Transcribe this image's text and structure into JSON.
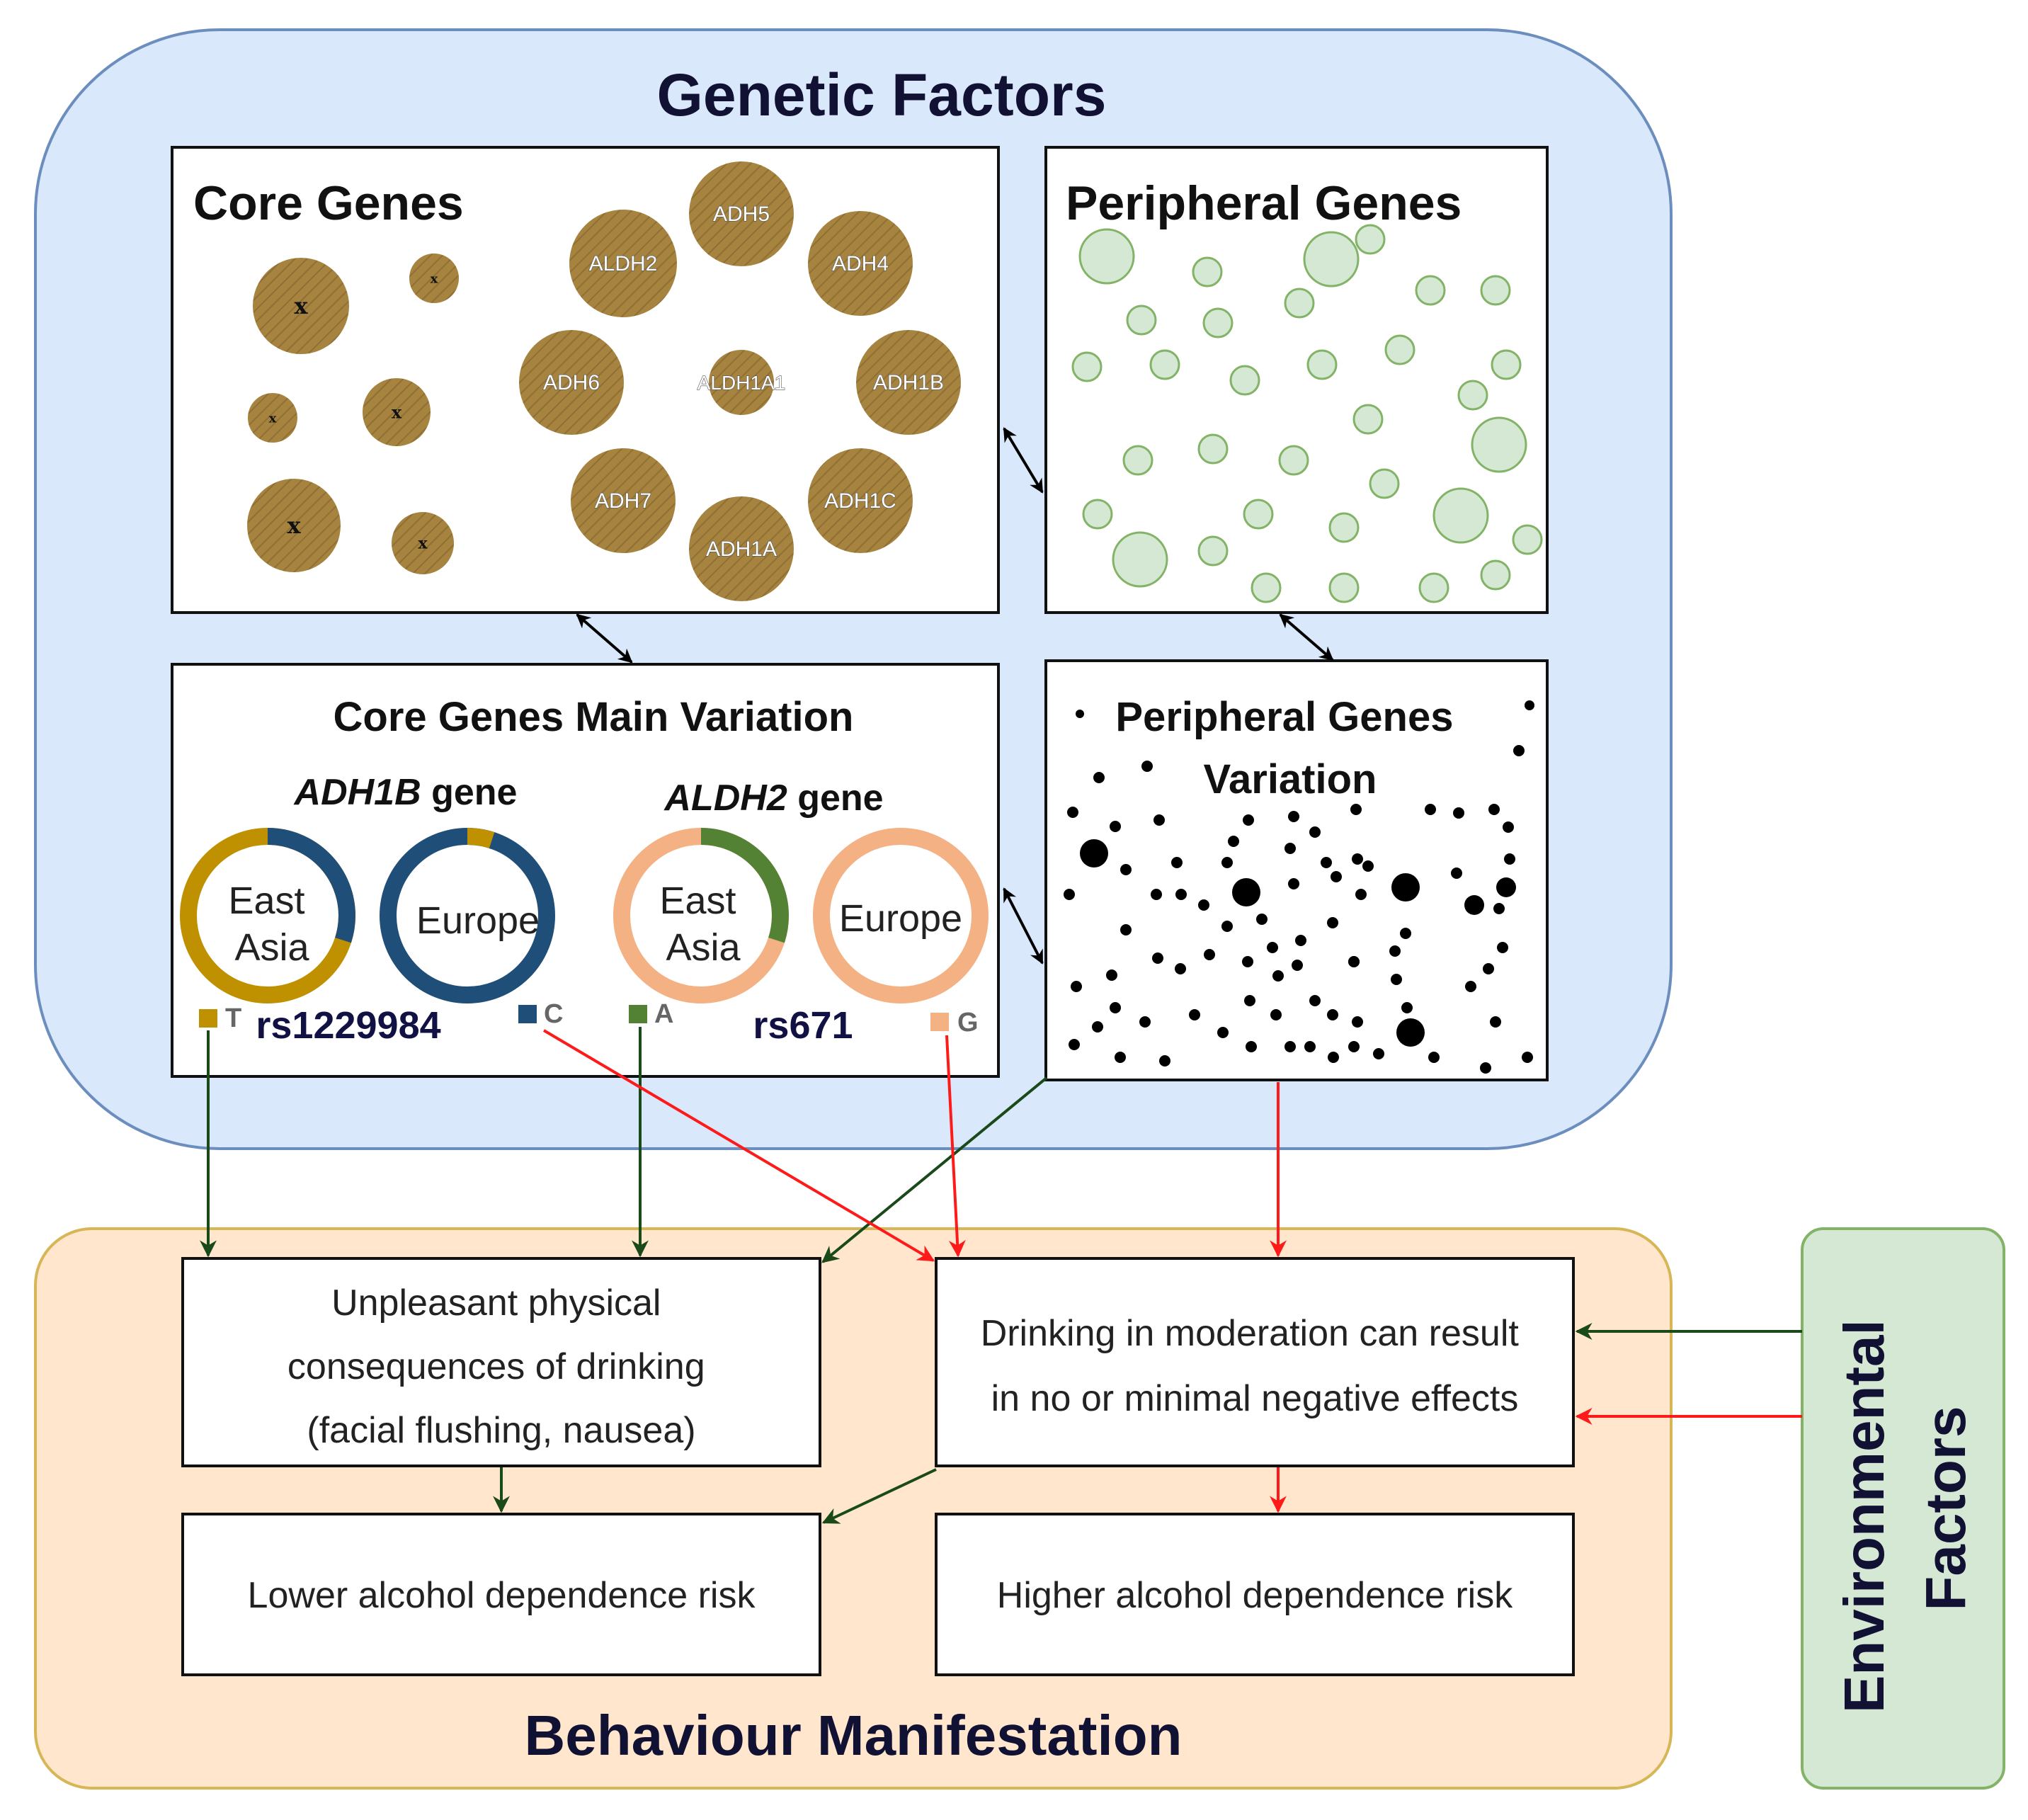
{
  "titles": {
    "genetic": "Genetic Factors",
    "behaviour": "Behaviour Manifestation",
    "environmental": "Environmental Factors"
  },
  "core_genes": {
    "title": "Core Genes",
    "genes": [
      "ADH5",
      "ALDH2",
      "ADH4",
      "ADH6",
      "ALDH1A1",
      "ADH1B",
      "ADH7",
      "ADH1C",
      "ADH1A"
    ],
    "unknown_label": "x"
  },
  "peripheral_genes": {
    "title": "Peripheral Genes"
  },
  "core_variation": {
    "title": "Core Genes Main Variation",
    "adh1b": {
      "gene_italic": "ADH1B",
      "gene_suffix": " gene",
      "snp": "rs1229984",
      "east_asia": "East Asia",
      "europe": "Europe",
      "allele_t": "T",
      "allele_c": "C",
      "east_asia_t_fraction": 0.7,
      "europe_t_fraction": 0.05
    },
    "aldh2": {
      "gene_italic": "ALDH2",
      "gene_suffix": " gene",
      "snp": "rs671",
      "east_asia": "East Asia",
      "europe": "Europe",
      "allele_a": "A",
      "allele_g": "G",
      "east_asia_a_fraction": 0.3,
      "europe_a_fraction": 0.0
    }
  },
  "peripheral_variation": {
    "title_line1": "Peripheral Genes",
    "title_line2": "Variation"
  },
  "outcomes": {
    "unpleasant": [
      "Unpleasant physical",
      "consequences of drinking",
      "(facial flushing, nausea)"
    ],
    "moderation": [
      "Drinking in moderation can result",
      "in no or minimal negative effects"
    ],
    "lower": "Lower alcohol dependence risk",
    "higher": "Higher alcohol dependence risk"
  },
  "colors": {
    "genetic_bg": "#dae8fc",
    "genetic_border": "#6c8ebf",
    "behaviour_bg": "#ffe6cc",
    "behaviour_border": "#d6b656",
    "env_bg": "#d5e8d4",
    "env_border": "#82b366",
    "core_gene": "#a6833f",
    "peripheral_fill": "#d5e8d4",
    "peripheral_stroke": "#82b366",
    "allele_t": "#bf9000",
    "allele_c": "#1f4e79",
    "allele_a": "#548235",
    "allele_g": "#f4b183",
    "arrow_green": "#1a4a1a",
    "arrow_red": "#ff1a1a"
  }
}
